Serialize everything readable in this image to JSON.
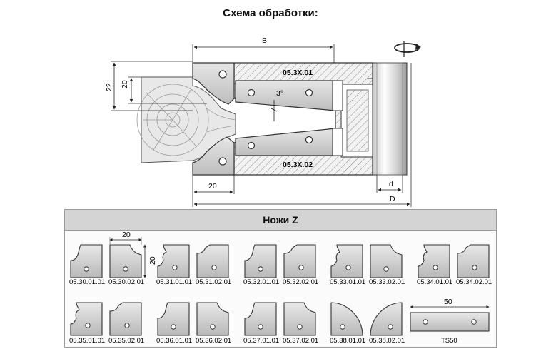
{
  "title": "Схема обработки:",
  "scheme": {
    "dim_B": "B",
    "dim_22": "22",
    "dim_20_left": "20",
    "dim_20_bottom": "20",
    "angle": "3°",
    "dim_d": "d",
    "dim_D": "D",
    "knife_top_code": "05.3X.01",
    "knife_bottom_code": "05.3X.02"
  },
  "knives": {
    "header": "Ножи Z",
    "dim_width": "20",
    "dim_height": "20",
    "dim_ts": "50",
    "row1": [
      "05.30.01.01",
      "05.30.02.01",
      "05.31.01.01",
      "05.31.02.01",
      "05.32.01.01",
      "05.32.02.01",
      "05.33.01.01",
      "05.33.02.01",
      "05.34.01.01",
      "05.34.02.01"
    ],
    "row2": [
      "05.35.01.01",
      "05.35.02.01",
      "05.36.01.01",
      "05.36.02.01",
      "05.37.01.01",
      "05.37.02.01",
      "05.38.01.01",
      "05.38.02.01",
      "TS50"
    ]
  }
}
